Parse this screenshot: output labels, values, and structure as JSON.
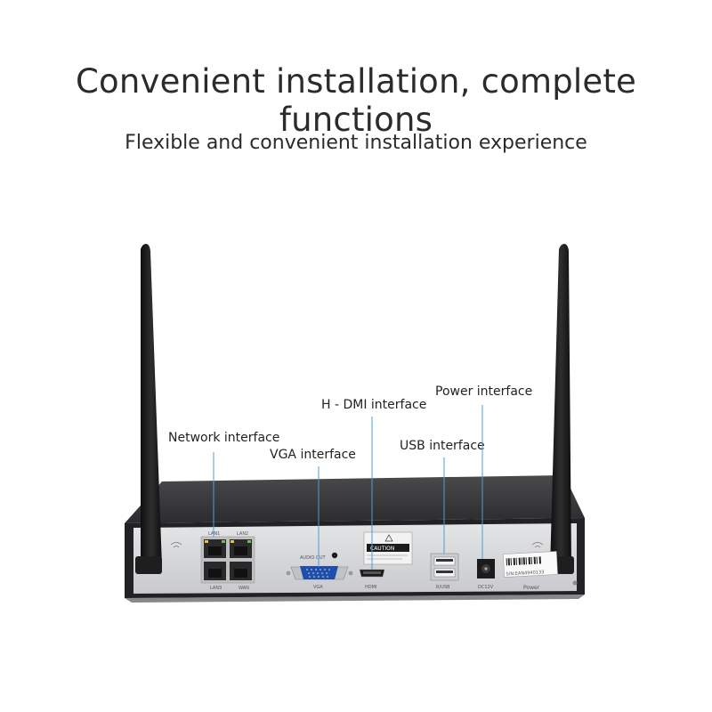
{
  "headline": "Convenient installation, complete functions",
  "subheadline": "Flexible and convenient installation experience",
  "callouts": {
    "network": "Network interface",
    "vga": "VGA interface",
    "hdmi": "H - DMI interface",
    "usb": "USB interface",
    "power": "Power interface"
  },
  "device_labels": {
    "lan1": "LAN1",
    "lan2": "LAN2",
    "lan3": "LAN3",
    "wan": "WAN",
    "audio_out": "AUDIO OUT",
    "vga": "VGA",
    "hdmi": "HDMI",
    "usb": "R/USB",
    "dc": "DC12V",
    "caution": "CAUTION",
    "power": "Power",
    "serial": "S/N:EAN4940133"
  },
  "colors": {
    "leader_line": "#4a9fd8",
    "chassis_top": "#3a3a3c",
    "chassis_front": "#232325",
    "panel": "#d9dadc",
    "antenna": "#1a1a1a"
  }
}
